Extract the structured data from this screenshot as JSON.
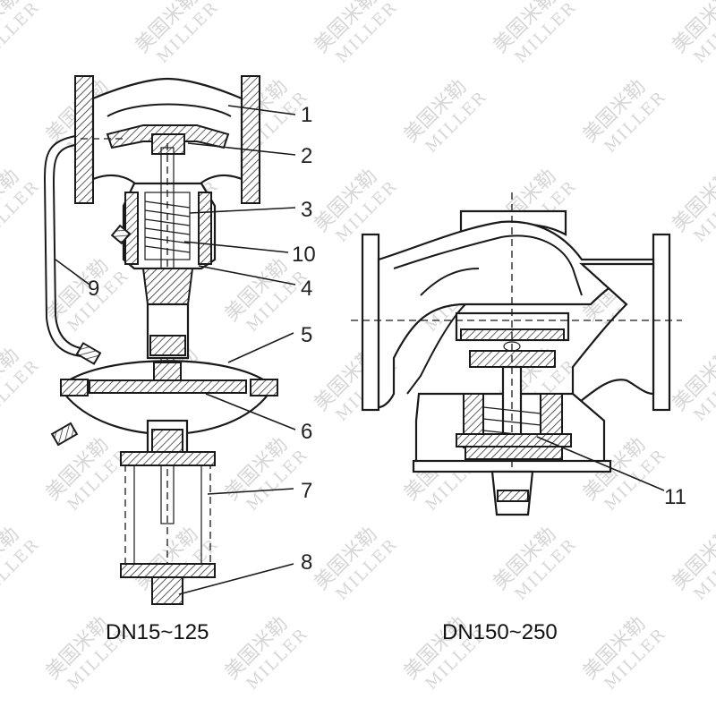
{
  "watermark": {
    "cn_text": "美国米勒",
    "en_text": "MILLER"
  },
  "diagram_left": {
    "caption": "DN15~125",
    "callouts": [
      "1",
      "2",
      "3",
      "10",
      "4",
      "9",
      "5",
      "6",
      "7",
      "8"
    ]
  },
  "diagram_right": {
    "caption": "DN150~250",
    "callouts": [
      "11"
    ]
  }
}
